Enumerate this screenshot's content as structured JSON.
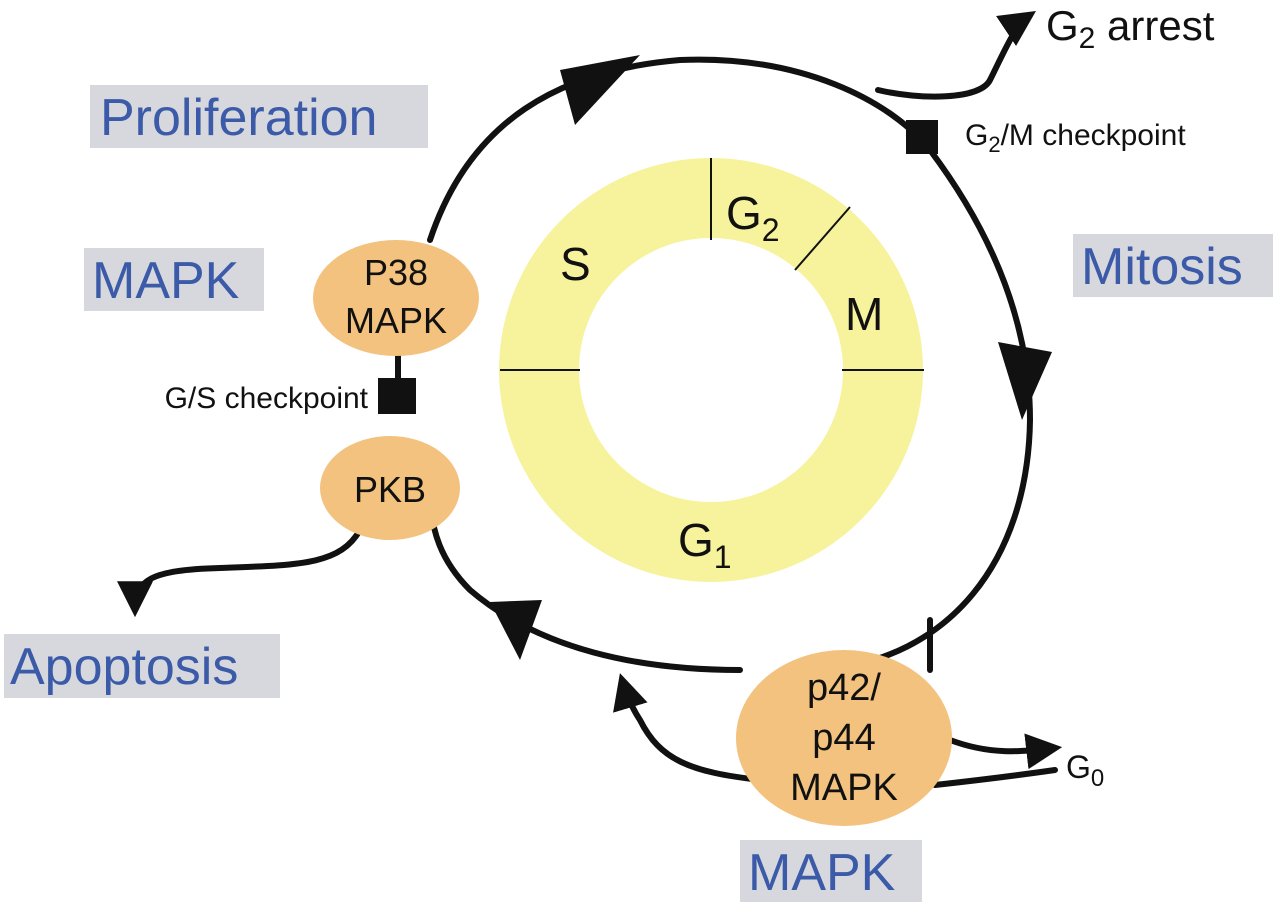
{
  "labels": {
    "proliferation": "Proliferation",
    "mapk_left": "MAPK",
    "mitosis": "Mitosis",
    "apoptosis": "Apoptosis",
    "mapk_bottom": "MAPK"
  },
  "phases": {
    "s": "S",
    "g2_main": "G",
    "g2_sub": "2",
    "m": "M",
    "g1_main": "G",
    "g1_sub": "1"
  },
  "nodes": {
    "p38_line1": "P38",
    "p38_line2": "MAPK",
    "pkb": "PKB",
    "p42_line1": "p42/",
    "p42_line2": "p44",
    "p42_line3": "MAPK"
  },
  "annotations": {
    "g2_arrest_main": "G",
    "g2_arrest_sub": "2",
    "g2_arrest_rest": " arrest",
    "g2m_main": "G",
    "g2m_sub": "2",
    "g2m_rest": "/M checkpoint",
    "gs_checkpoint": "G/S checkpoint",
    "g0_main": "G",
    "g0_sub": "0"
  },
  "colors": {
    "label_blue": "#3b5aa8",
    "label_box": "#d7d8de",
    "node_orange": "#f2c27e",
    "ring_yellow": "#f6f39c",
    "line_black": "#111111"
  }
}
